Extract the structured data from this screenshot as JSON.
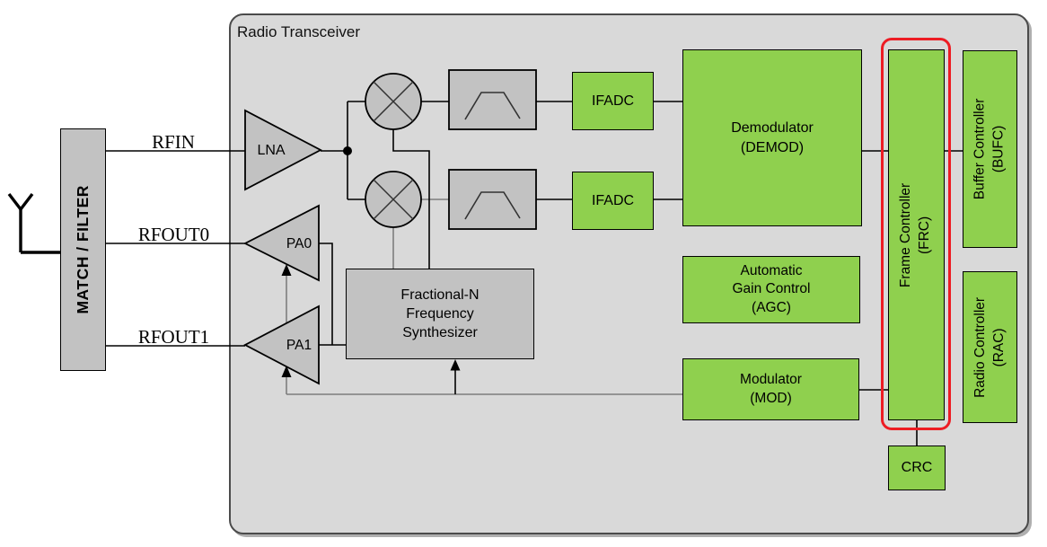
{
  "title": "Radio Transceiver",
  "ports": {
    "rfin": "RFIN",
    "rfout0": "RFOUT0",
    "rfout1": "RFOUT1"
  },
  "blocks": {
    "match_filter": "MATCH / FILTER",
    "lna": "LNA",
    "pa0": "PA0",
    "pa1": "PA1",
    "synth": [
      "Fractional-N",
      "Frequency",
      "Synthesizer"
    ],
    "ifadc_top": "IFADC",
    "ifadc_bottom": "IFADC",
    "demod": [
      "Demodulator",
      "(DEMOD)"
    ],
    "agc": [
      "Automatic",
      "Gain Control",
      "(AGC)"
    ],
    "mod": [
      "Modulator",
      "(MOD)"
    ],
    "frc": [
      "Frame Controller",
      "(FRC)"
    ],
    "bufc": [
      "Buffer Controller",
      "(BUFC)"
    ],
    "rac": [
      "Radio Controller",
      "(RAC)"
    ],
    "crc": "CRC"
  },
  "icons": {
    "antenna": "antenna-icon",
    "mixer": "mixer-icon",
    "bandpass_filter": "bandpass-filter-icon",
    "junction": "junction-dot",
    "arrow": "arrowhead-up"
  },
  "colors": {
    "block_green": "#8fd04e",
    "block_gray": "#c2c2c2",
    "container_fill": "#d9d9d9",
    "highlight_red": "#ed1c24",
    "wire_black": "#000000",
    "wire_gray": "#7d7d7d"
  }
}
